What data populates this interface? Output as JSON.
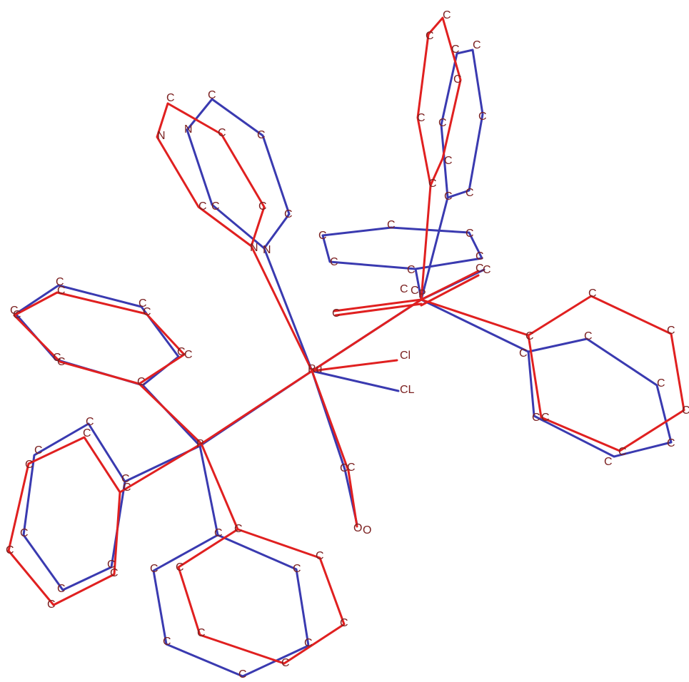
{
  "colors": {
    "red": "#e02020",
    "blue": "#3a3ab0",
    "label": "#7a1f1f"
  },
  "labels": {
    "carbon": "C",
    "nitrogen": "N",
    "oxygen": "O",
    "metal": "Ru",
    "phosphorus": "P",
    "chloride_red": "Cl",
    "chloride_blue": "CL"
  }
}
